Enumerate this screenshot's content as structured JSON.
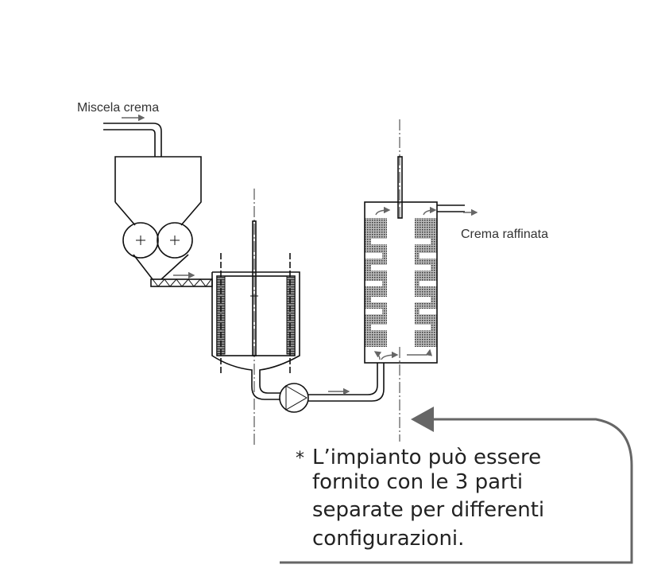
{
  "labels": {
    "inlet": "Miscela crema",
    "outlet": "Crema raffinata"
  },
  "note": {
    "asterisk": "*",
    "lines": [
      "L’impianto può essere",
      "fornito con le 3 parti",
      "separate per differenti",
      "configurazioni."
    ]
  },
  "colors": {
    "note_border": "#666666",
    "stator_fill": "#555555"
  }
}
